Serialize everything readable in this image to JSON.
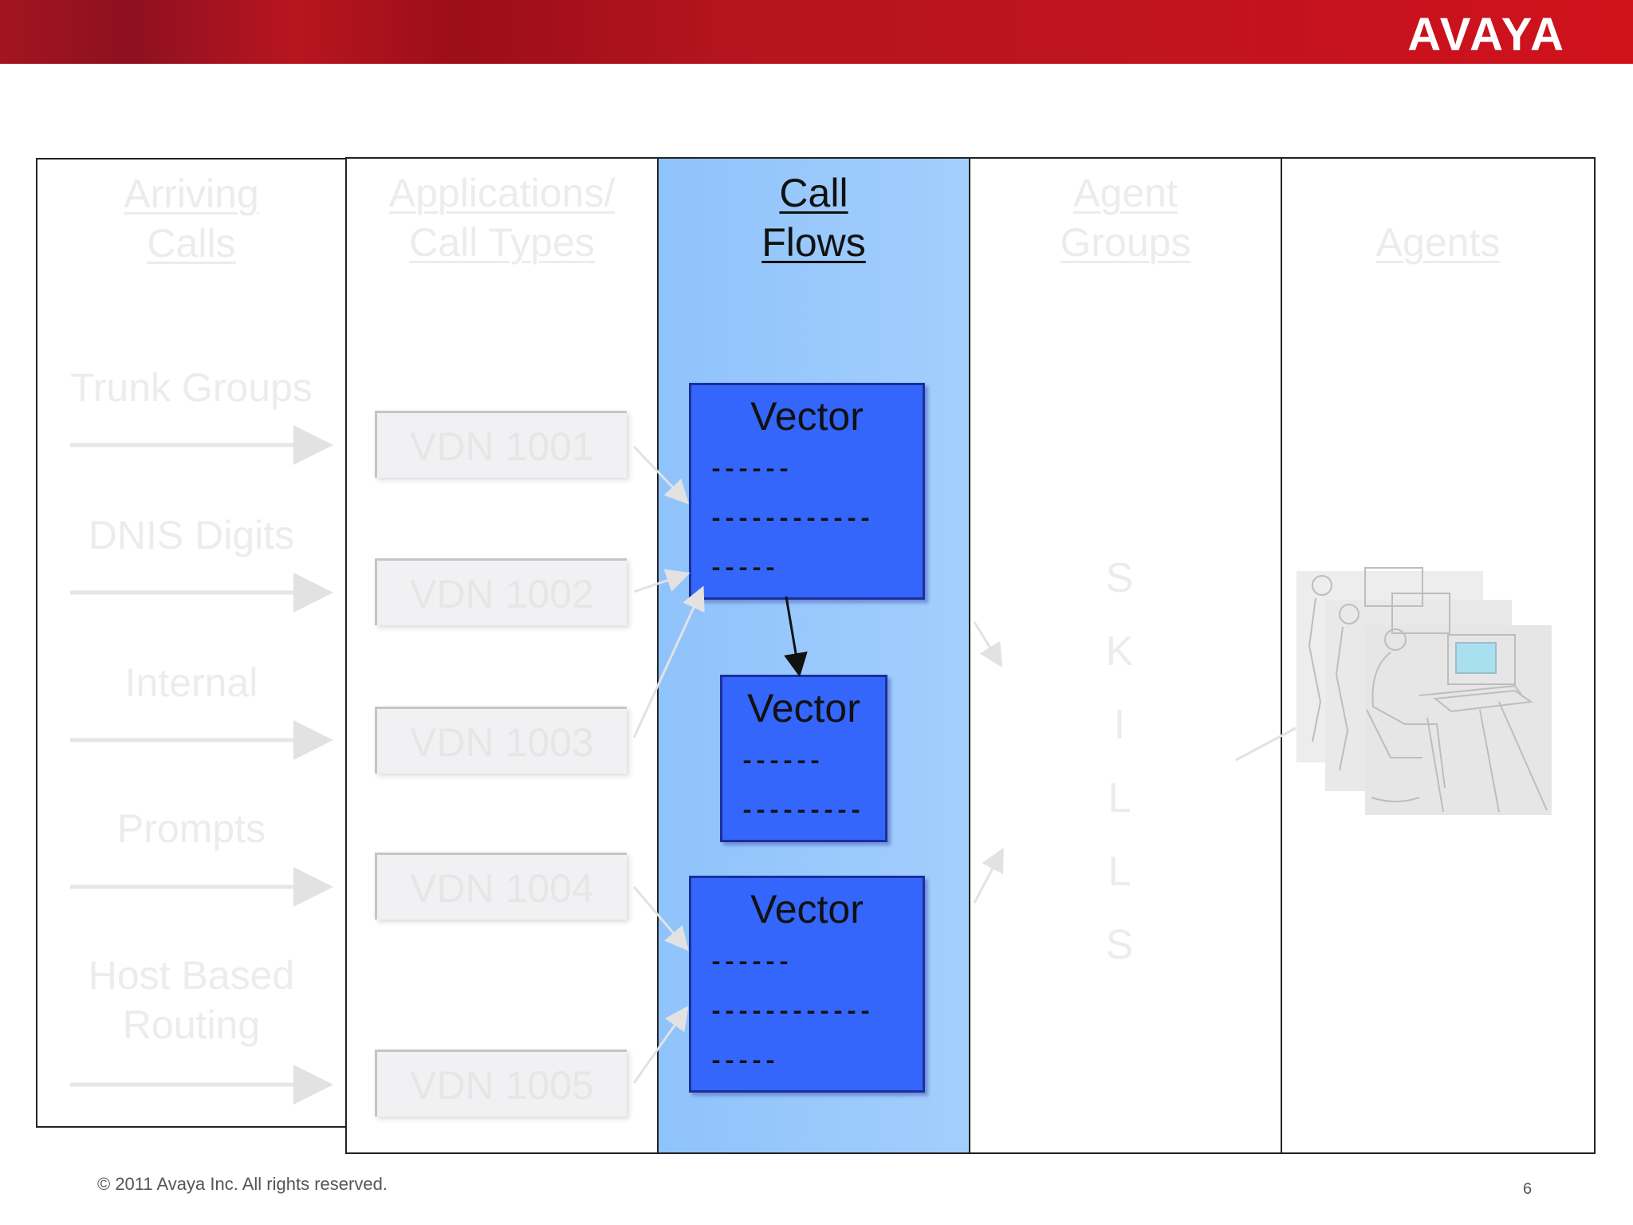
{
  "brand": {
    "logo_text": "AVAYA"
  },
  "columns": {
    "arriving_calls": {
      "title_line1": "Arriving",
      "title_line2": "Calls"
    },
    "applications": {
      "title_line1": "Applications/",
      "title_line2": "Call Types"
    },
    "call_flows": {
      "title_line1": "Call",
      "title_line2": "Flows"
    },
    "agent_groups": {
      "title_line1": "Agent",
      "title_line2": "Groups"
    },
    "agents": {
      "title": "Agents"
    }
  },
  "sources": [
    {
      "line1": "Trunk Groups",
      "line2": ""
    },
    {
      "line1": "DNIS Digits",
      "line2": ""
    },
    {
      "line1": "Internal",
      "line2": ""
    },
    {
      "line1": "Prompts",
      "line2": ""
    },
    {
      "line1": "Host Based",
      "line2": "Routing"
    }
  ],
  "vdns": [
    "VDN 1001",
    "VDN 1002",
    "VDN 1003",
    "VDN 1004",
    "VDN 1005"
  ],
  "vectors": [
    {
      "title": "Vector",
      "lines": [
        "------",
        "------------",
        "-----"
      ]
    },
    {
      "title": "Vector",
      "lines": [
        "------",
        "---------"
      ]
    },
    {
      "title": "Vector",
      "lines": [
        "------",
        "------------",
        "-----"
      ]
    }
  ],
  "skills_letters": [
    "S",
    "K",
    "I",
    "L",
    "L",
    "S"
  ],
  "footer": {
    "copyright": "© 2011 Avaya Inc. All rights reserved.",
    "page_number": "6"
  }
}
